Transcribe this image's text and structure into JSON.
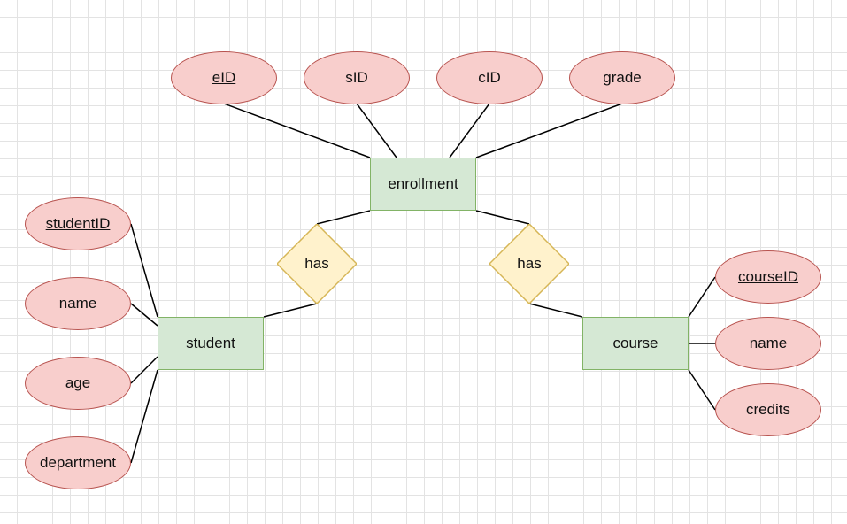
{
  "colors": {
    "attribute_fill": "#f8cecc",
    "attribute_border": "#b85450",
    "entity_fill": "#d5e8d4",
    "entity_border": "#82b366",
    "relationship_fill": "#fff2cc",
    "relationship_border": "#d6b656",
    "connector": "#000000"
  },
  "entities": {
    "enrollment": "enrollment",
    "student": "student",
    "course": "course"
  },
  "relationships": {
    "has_student": "has",
    "has_course": "has"
  },
  "attributes": {
    "enrollment": {
      "eid": "eID",
      "sid": "sID",
      "cid": "cID",
      "grade": "grade"
    },
    "student": {
      "studentid": "studentID",
      "name": "name",
      "age": "age",
      "department": "department"
    },
    "course": {
      "courseid": "courseID",
      "name": "name",
      "credits": "credits"
    }
  },
  "primary_keys": [
    "eID",
    "studentID",
    "courseID"
  ]
}
